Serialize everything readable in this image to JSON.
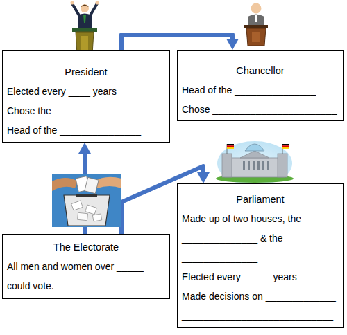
{
  "diagram": {
    "nodes": [
      {
        "text": [
          "President",
          "Elected every ____ years",
          "Chose the _________________",
          "Head of the _______________"
        ]
      },
      {
        "text": [
          "Chancellor",
          "Head of the _______________",
          "Chose _______________________"
        ]
      },
      {
        "text": [
          "The Electorate",
          "All men and women over _____ could vote."
        ]
      },
      {
        "text": [
          "Parliament",
          "Made up of two houses, the ______________ & the ______________",
          "Elected every _____ years",
          "Made decisions on _____________ ____________________________"
        ]
      }
    ],
    "edges": [
      {
        "from": 0,
        "to": 1,
        "arrow": "to"
      },
      {
        "from": 2,
        "to": 0,
        "arrow": "to"
      },
      {
        "from": 2,
        "to": 3,
        "arrow": "to"
      }
    ]
  }
}
